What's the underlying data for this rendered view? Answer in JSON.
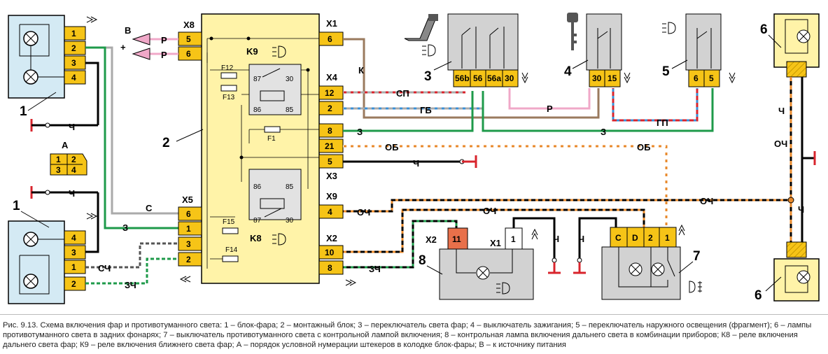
{
  "components": {
    "headlight_left_top": "1",
    "headlight_left_bottom": "1",
    "mounting_block": "2",
    "light_switch": "3",
    "ignition_switch": "4",
    "outdoor_light_switch": "5",
    "fog_lamp_top": "6",
    "fog_lamp_bottom": "6",
    "fog_switch": "7",
    "high_beam_lamp": "8"
  },
  "connectors": {
    "x8": "X8",
    "x1": "X1",
    "x4": "X4",
    "x3": "X3",
    "x5": "X5",
    "x9": "X9",
    "x2": "X2",
    "x2_lamp": "X2",
    "x1_fog": "X1"
  },
  "relays": {
    "k9": "K9",
    "k8": "K8",
    "k9_pins": [
      "87",
      "30",
      "86",
      "85"
    ],
    "k8_pins": [
      "86",
      "85",
      "87",
      "30"
    ]
  },
  "fuses": {
    "f12": "F12",
    "f13": "F13",
    "f1": "F1",
    "f15": "F15",
    "f14": "F14"
  },
  "pins": {
    "hl_top": [
      "1",
      "2",
      "3",
      "4"
    ],
    "hl_bottom": [
      "4",
      "3",
      "1",
      "2"
    ],
    "connector_a": [
      "1",
      "2",
      "3",
      "4"
    ],
    "x8": [
      "5",
      "6"
    ],
    "x1": "6",
    "x4": [
      "12",
      "2"
    ],
    "x3": [
      "8",
      "21",
      "5"
    ],
    "x5": [
      "6",
      "1",
      "3",
      "2"
    ],
    "x9": "4",
    "x2": [
      "10",
      "8"
    ],
    "sw3": [
      "56b",
      "56",
      "56a",
      "30"
    ],
    "sw4": [
      "30",
      "15"
    ],
    "sw5": [
      "6",
      "5"
    ],
    "lamp8": "11",
    "x1_fog": "1",
    "sw7": [
      "C",
      "D",
      "2",
      "1"
    ]
  },
  "wire_labels": {
    "ch_left": "Ч",
    "ch_left2": "Ч",
    "c": "С",
    "three_left": "З",
    "sch": "СЧ",
    "zch_left": "ЗЧ",
    "r1": "Р",
    "r2": "Р",
    "b": "В",
    "plus": "+",
    "k": "К",
    "sp": "СП",
    "gb": "ГБ",
    "r_right": "Р",
    "gp": "ГП",
    "three_mid": "З",
    "three_mid2": "З",
    "ob": "ОБ",
    "ob2": "ОБ",
    "ch_x3": "Ч",
    "och_x9": "ОЧ",
    "och_mid": "ОЧ",
    "och_right": "ОЧ",
    "zch_x2": "ЗЧ",
    "ch_fog1": "Ч",
    "ch_fog2": "Ч",
    "ch_right1": "Ч",
    "och_right2": "ОЧ",
    "ch_right2": "Ч"
  },
  "letter_a": "A",
  "caption": "Рис. 9.13. Схема включения фар и противотуманного света: 1 – блок-фара; 2 – монтажный блок; 3 – переключатель света фар; 4 – выключатель зажигания; 5 – переключатель наружного освещения (фрагмент); 6 – лампы противотуманного света в задних фонарях; 7 – выключатель противотуманного света с контрольной лампой включения; 8 – контрольная лампа включения дальнего света в комбинации приборов; К8 – реле включения дальнего света фар; К9 – реле включения ближнего света фар; А – порядок условной нумерации штекеров в колодке блок-фары; В – к источнику питания",
  "colors": {
    "block_blue": "#d4eaf4",
    "mount_yellow": "#fff3a8",
    "pin_yellow": "#f6c417",
    "switch_gray": "#d2d2d2",
    "relay_gray": "#e2e2e2",
    "lamp_red_pin": "#e8704a",
    "wire_green": "#1e9a4a",
    "wire_red": "#d8242c",
    "wire_blue": "#3a8fd6",
    "wire_orange": "#e88a2c",
    "wire_pink": "#f0a8c8",
    "wire_brown": "#9a7a5e",
    "wire_gray": "#aaaaaa"
  },
  "icons": [
    "headlight-icon",
    "key-icon",
    "lever-icon",
    "fog-icon",
    "lamp-icon"
  ]
}
